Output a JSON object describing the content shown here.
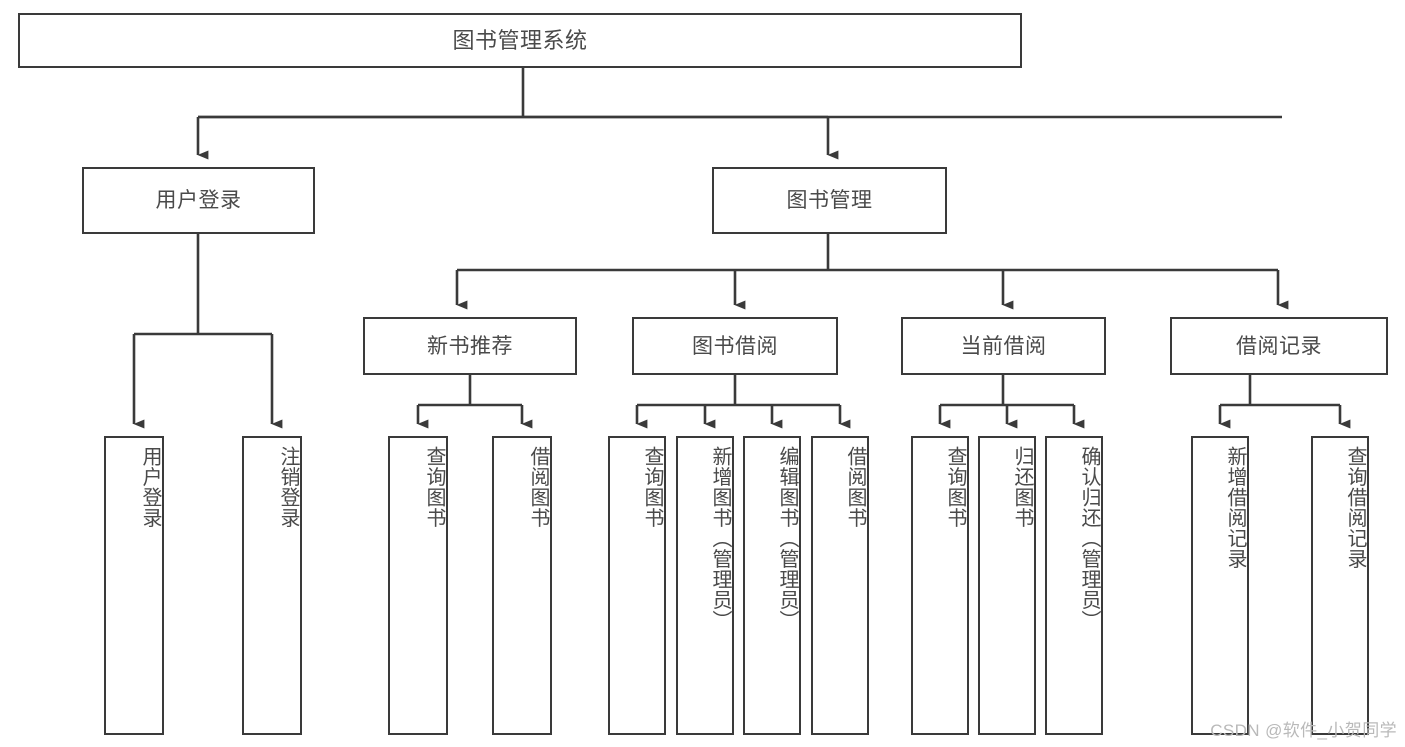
{
  "diagram": {
    "title": "图书管理系统",
    "type": "tree-hierarchy-diagram",
    "root": {
      "label": "图书管理系统"
    },
    "level2": [
      {
        "label": "用户登录"
      },
      {
        "label": "图书管理"
      }
    ],
    "level3": [
      {
        "label": "新书推荐"
      },
      {
        "label": "图书借阅"
      },
      {
        "label": "当前借阅"
      },
      {
        "label": "借阅记录"
      }
    ],
    "leaves": {
      "user_login": [
        {
          "label": "用户登录"
        },
        {
          "label": "注销登录"
        }
      ],
      "new_book_recommend": [
        {
          "label": "查询图书"
        },
        {
          "label": "借阅图书"
        }
      ],
      "book_borrow": [
        {
          "label": "查询图书"
        },
        {
          "label": "新增图书（管理员）"
        },
        {
          "label": "编辑图书（管理员）"
        },
        {
          "label": "借阅图书"
        }
      ],
      "current_borrow": [
        {
          "label": "查询图书"
        },
        {
          "label": "归还图书"
        },
        {
          "label": "确认归还（管理员）"
        }
      ],
      "borrow_record": [
        {
          "label": "新增借阅记录"
        },
        {
          "label": "查询借阅记录"
        }
      ]
    },
    "watermark": "CSDN @软件_小贺同学",
    "colors": {
      "stroke": "#3a3a3a",
      "text": "#4a4a4a",
      "background": "#ffffff",
      "watermark": "#b9b9b9"
    }
  }
}
